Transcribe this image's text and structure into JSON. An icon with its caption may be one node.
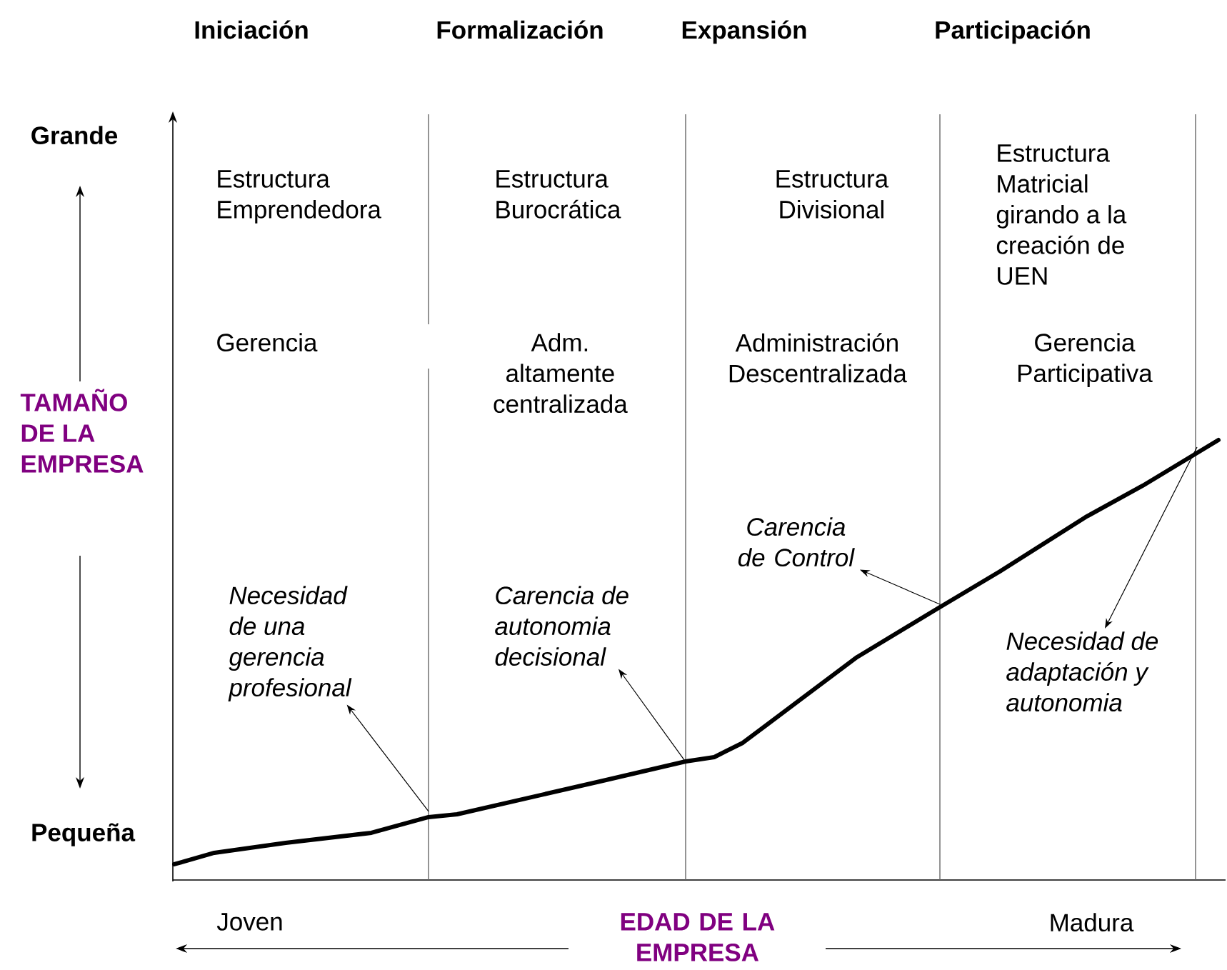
{
  "diagram": {
    "nodes": [
      {
        "text": [
          "Necesidad de una gerencia profesional"
        ]
      },
      {
        "text": [
          "Carencia de autonomia decisional"
        ]
      },
      {
        "text": [
          "Carencia de Control"
        ]
      },
      {
        "text": [
          "Necesidad de adaptación y autonomia"
        ]
      }
    ],
    "edges": [
      {
        "from": null,
        "to": 0,
        "arrow": "to"
      },
      {
        "from": null,
        "to": 1,
        "arrow": "to"
      },
      {
        "from": null,
        "to": 2,
        "arrow": "to"
      },
      {
        "from": null,
        "to": 3,
        "arrow": "to"
      }
    ],
    "labels": [
      "Iniciación",
      "Formalización",
      "Expansión",
      "Participación",
      "Grande",
      "Estructura Emprendedora",
      "Estructura Burocrática",
      "Estructura Divisional",
      "Estructura Matricial girando a la creación de UEN",
      "Gerencia",
      "Adm. altamente centralizada",
      "Administración Descentralizada",
      "Gerencia Participativa",
      "TAMAÑO DE LA EMPRESA",
      "Pequeña",
      "Joven",
      "EDAD DE LA EMPRESA",
      "Madura"
    ]
  }
}
